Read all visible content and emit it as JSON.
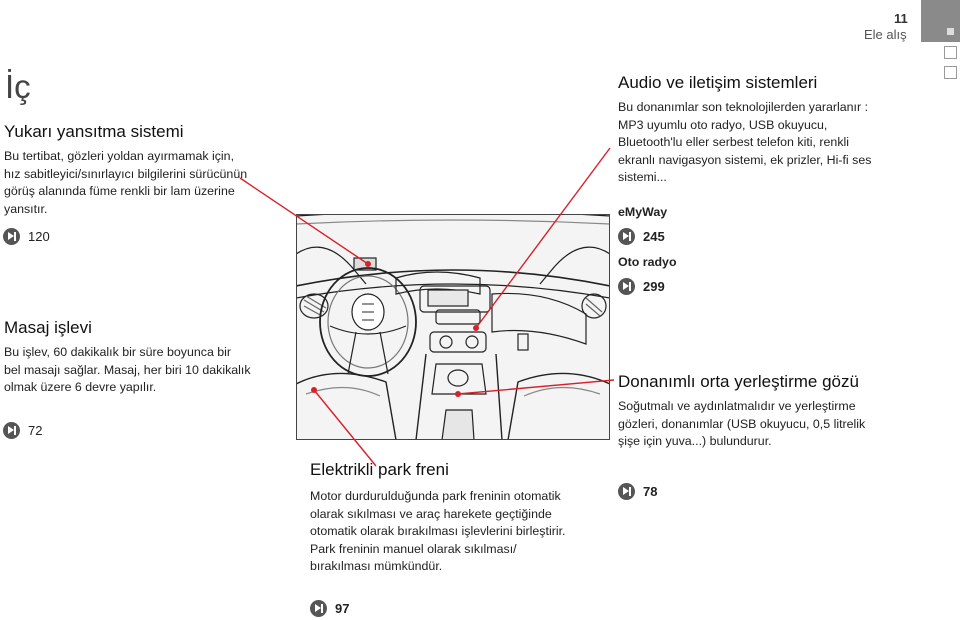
{
  "header": {
    "page_number": "11",
    "section": "Ele alış"
  },
  "title": "İç",
  "hud": {
    "heading": "Yukarı yansıtma sistemi",
    "lines": [
      "Bu tertibat, gözleri yoldan ayırmamak için,",
      "hız sabitleyici/sınırlayıcı bilgilerini sürücünün",
      "görüş alanında füme renkli bir lam üzerine",
      "yansıtır."
    ],
    "ref": "120"
  },
  "massage": {
    "heading": "Masaj işlevi",
    "lines": [
      "Bu işlev, 60 dakikalık bir süre boyunca bir",
      "bel masajı sağlar. Masaj, her biri 10 dakikalık",
      "olmak üzere 6 devre yapılır."
    ],
    "ref": "72"
  },
  "audio": {
    "heading": "Audio ve iletişim sistemleri",
    "lines": [
      "Bu donanımlar son teknolojilerden yararlanır :",
      "MP3 uyumlu oto radyo, USB okuyucu,",
      "Bluetooth'lu eller serbest telefon kiti, renkli",
      "ekranlı navigasyon sistemi, ek prizler, Hi-fi ses",
      "sistemi..."
    ],
    "emyway_label": "eMyWay",
    "emyway_ref": "245",
    "radio_label": "Oto radyo",
    "radio_ref": "299"
  },
  "console": {
    "heading": "Donanımlı orta yerleştirme gözü",
    "lines": [
      "Soğutmalı ve aydınlatmalıdır ve yerleştirme",
      "gözleri, donanımlar (USB okuyucu, 0,5 litrelik",
      "şişe için yuva...) bulundurur."
    ],
    "ref": "78"
  },
  "parking": {
    "heading": "Elektrikli park freni",
    "lines": [
      "Motor durdurulduğunda park freninin otomatik",
      "olarak sıkılması ve araç harekete geçtiğinde",
      "otomatik olarak bırakılması işlevlerini birleştirir.",
      "Park freninin manuel olarak sıkılması/",
      "bırakılması mümkündür."
    ],
    "ref": "97"
  },
  "colors": {
    "callout_line": "#d8202a",
    "tab": "#8a8a8a",
    "ref_icon": "#555555"
  }
}
